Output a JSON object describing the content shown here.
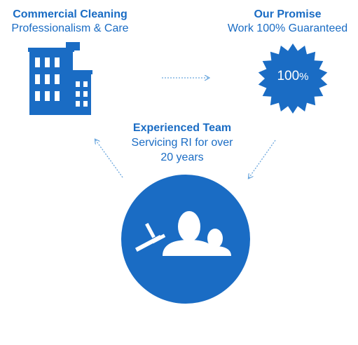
{
  "colors": {
    "accent": "#1a6cc4",
    "arrow": "#6aa6dd",
    "icon_fill": "#ffffff"
  },
  "nodes": {
    "left": {
      "title": "Commercial Cleaning",
      "subtitle": "Professionalism & Care",
      "icon": "building-icon"
    },
    "right": {
      "title": "Our Promise",
      "subtitle": "Work 100% Guaranteed",
      "icon": "seal-badge-icon",
      "badge_number": "100",
      "badge_unit": "%"
    },
    "center": {
      "title": "Experienced Team",
      "subtitle_line1": "Servicing RI for over",
      "subtitle_line2": "20 years",
      "icon": "team-squeegee-icon"
    }
  }
}
